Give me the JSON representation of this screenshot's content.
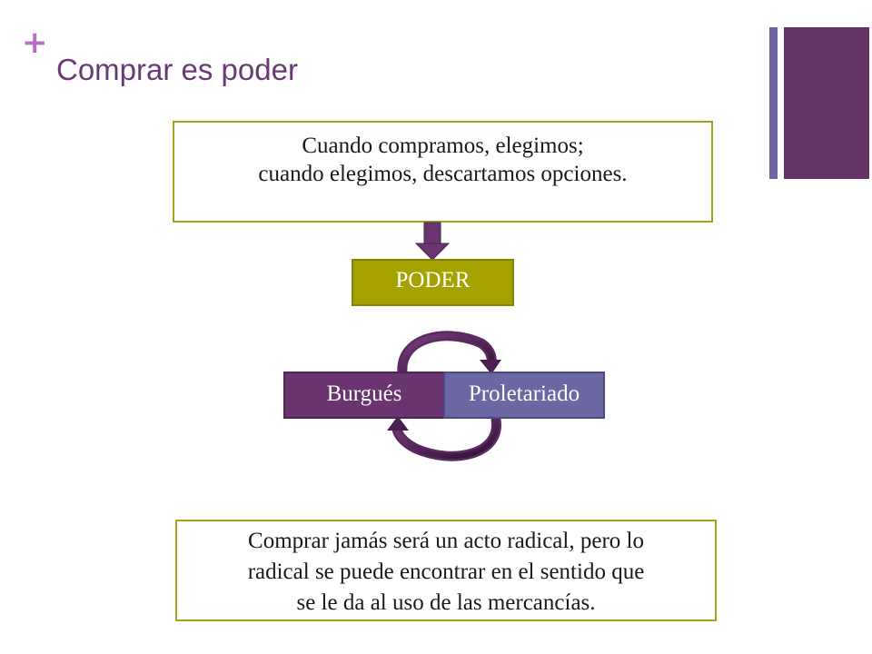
{
  "slide": {
    "bullet_symbol": "+",
    "title": "Comprar es poder"
  },
  "diagram": {
    "top_box": {
      "lines": [
        "Cuando compramos, elegimos;",
        "cuando elegimos, descartamos opciones."
      ]
    },
    "power_label": "PODER",
    "left_label": "Burgués",
    "right_label": "Proletariado",
    "bottom_box": {
      "lines": [
        "Comprar jamás será un acto radical, pero lo",
        "radical se puede encontrar en el sentido que",
        "se le da al uso de las mercancías."
      ]
    }
  },
  "colors": {
    "accent_plum": "#663366",
    "accent_lavender": "#6f64a3",
    "olive": "#a5a200",
    "title": "#6a3a74",
    "plus": "#b66fc0"
  }
}
